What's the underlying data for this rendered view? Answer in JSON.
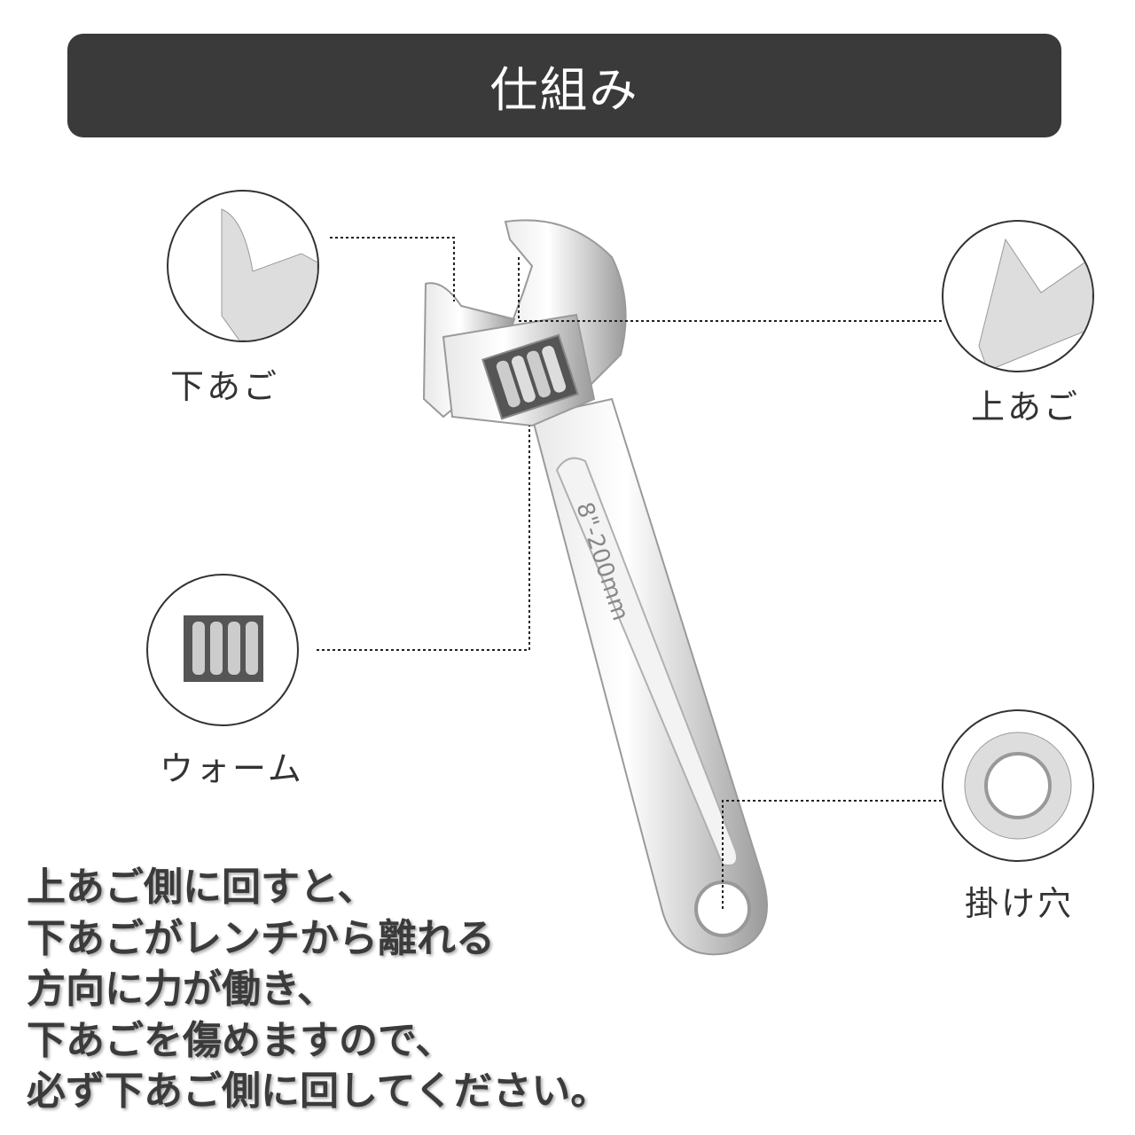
{
  "header": {
    "title": "仕組み"
  },
  "wrench": {
    "size_marking": "8\"-200mm"
  },
  "callouts": [
    {
      "label": "下あご"
    },
    {
      "label": "上あご"
    },
    {
      "label": "ウォーム"
    },
    {
      "label": "掛け穴"
    }
  ],
  "note": {
    "lines": [
      "上あご側に回すと、",
      "下あごがレンチから離れる",
      "方向に力が働き、",
      "下あごを傷めますので、",
      "必ず下あご側に回してください。"
    ]
  }
}
